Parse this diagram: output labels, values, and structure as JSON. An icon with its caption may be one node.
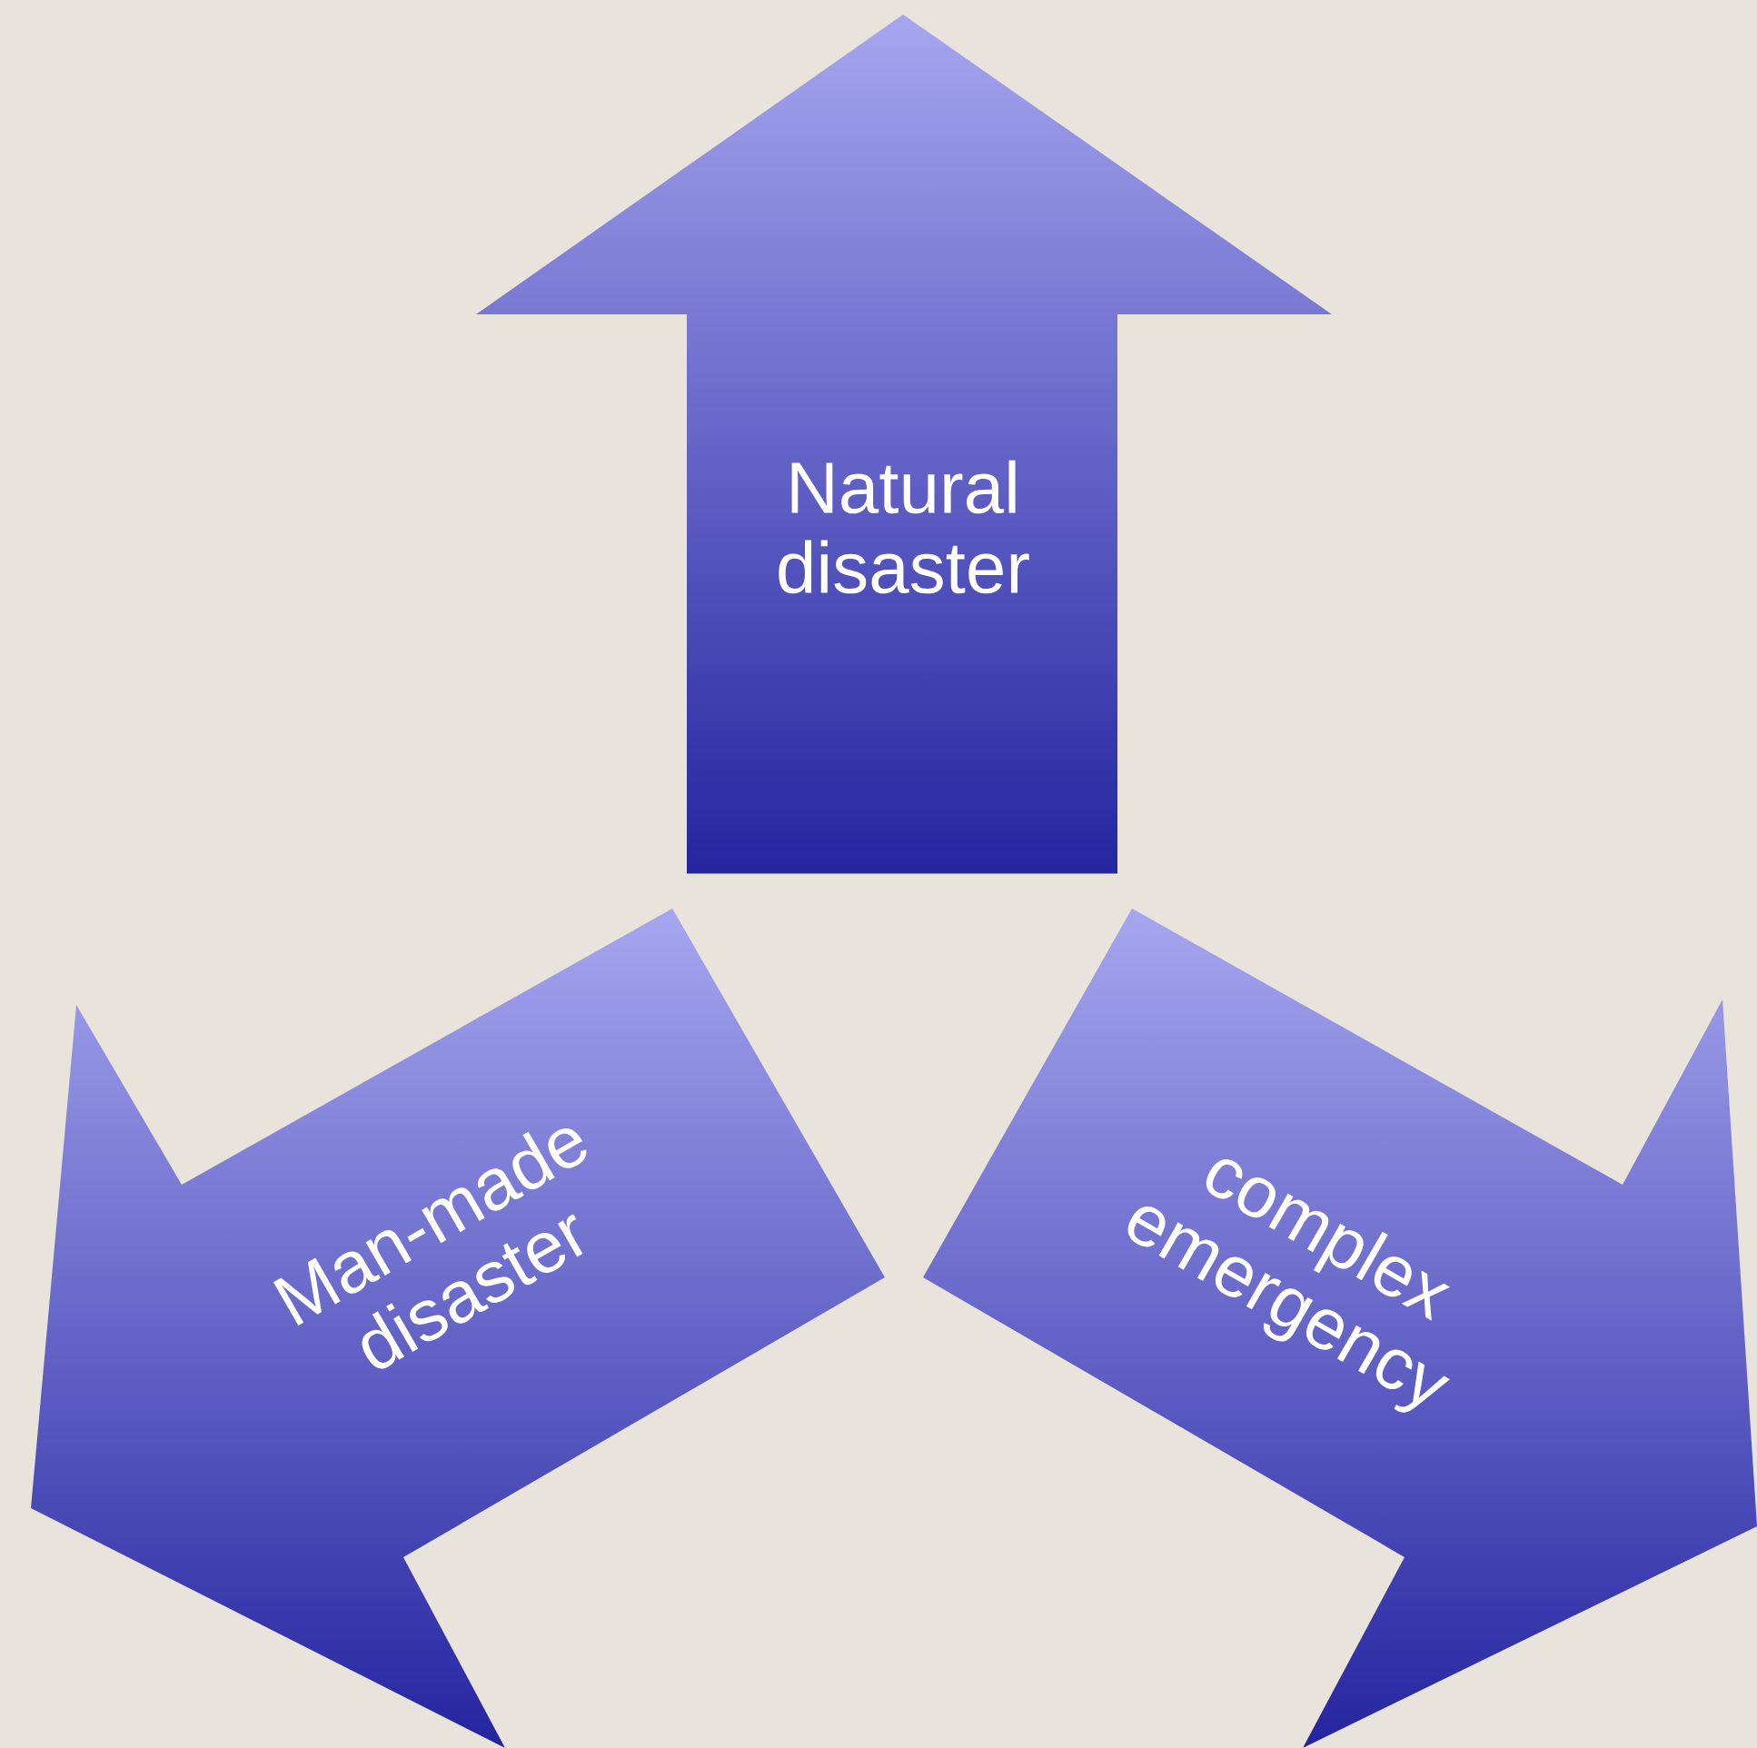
{
  "diagram": {
    "nodes": [
      {
        "text": [
          "Natural disaster"
        ]
      },
      {
        "text": [
          "Man-made disaster"
        ]
      },
      {
        "text": [
          "complex emergency"
        ]
      }
    ]
  }
}
